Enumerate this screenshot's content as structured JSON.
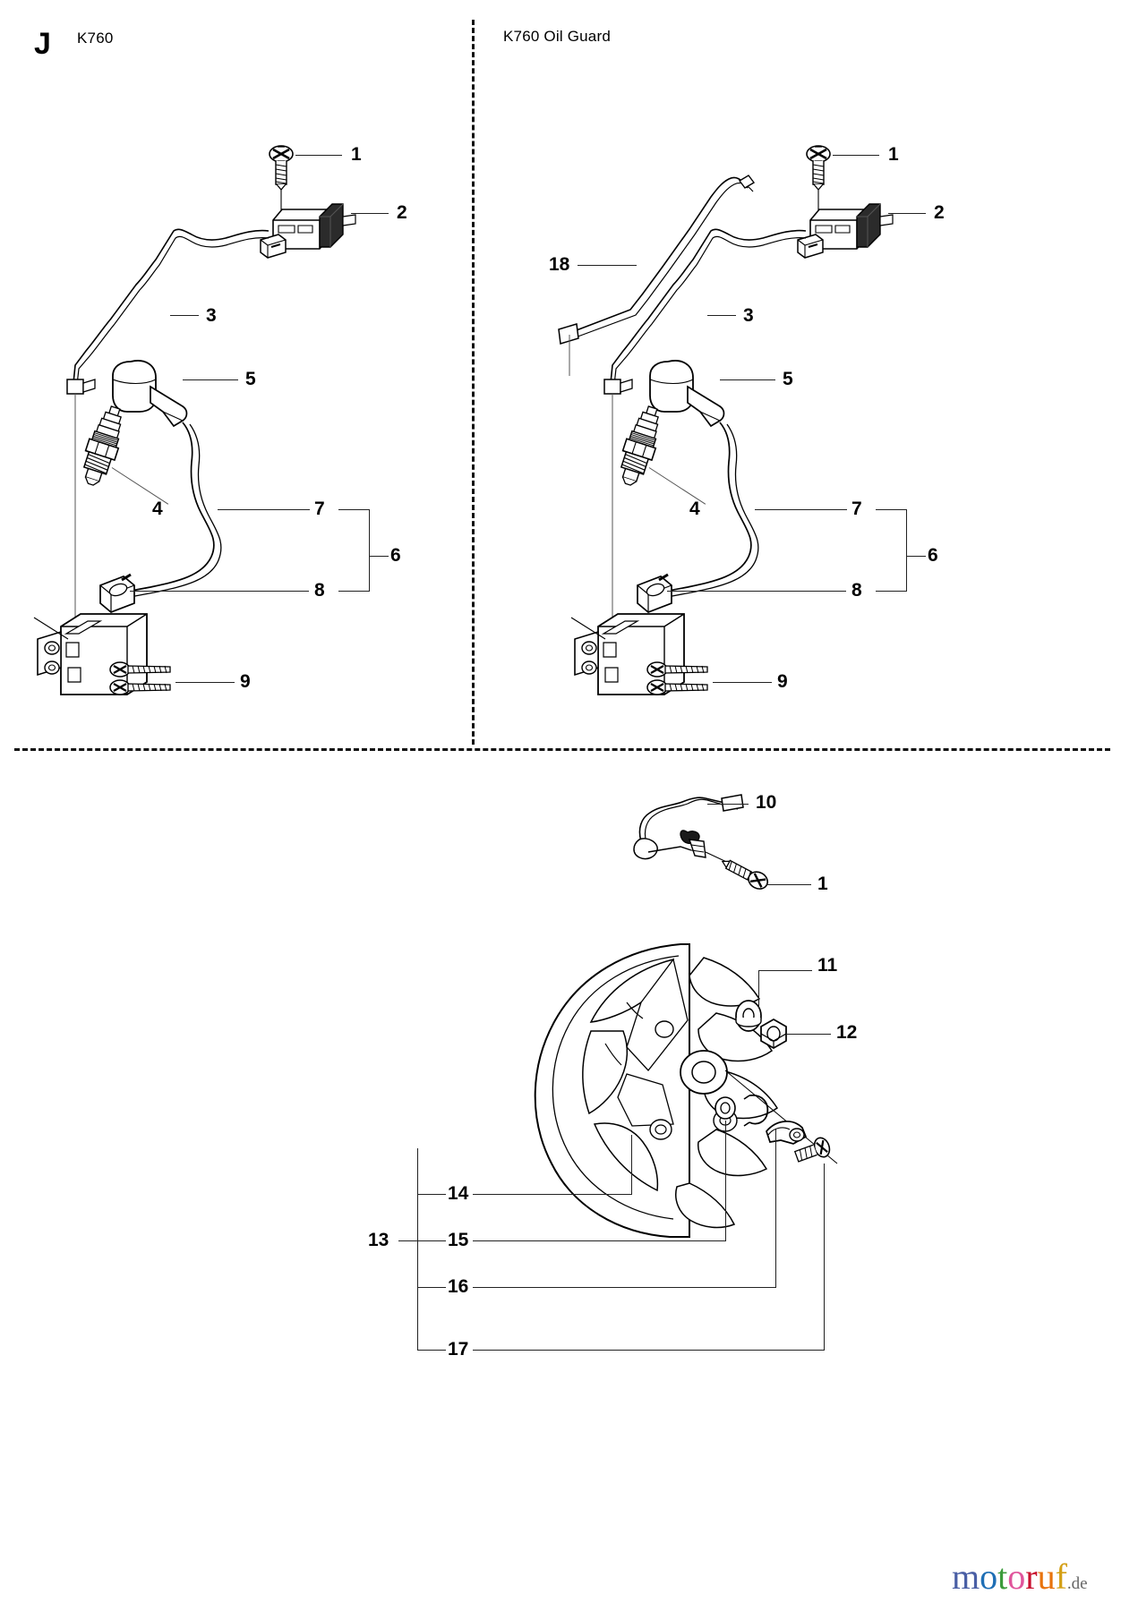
{
  "page": {
    "section_letter": "J",
    "background": "#ffffff",
    "ink": "#000000"
  },
  "variants": [
    {
      "id": "k760",
      "title": "K760"
    },
    {
      "id": "k760-oil-guard",
      "title": "K760 Oil Guard"
    }
  ],
  "callouts": {
    "left_panel": [
      "1",
      "2",
      "3",
      "5",
      "4",
      "7",
      "6",
      "8",
      "9"
    ],
    "right_panel": [
      "1",
      "2",
      "18",
      "3",
      "5",
      "4",
      "7",
      "6",
      "8",
      "9"
    ],
    "bottom_panel": [
      "10",
      "1",
      "11",
      "12",
      "13",
      "14",
      "15",
      "16",
      "17"
    ]
  },
  "items": {
    "left": [
      {
        "num": "1",
        "name": "screw-callout"
      },
      {
        "num": "2",
        "name": "ignition-switch-callout"
      },
      {
        "num": "3",
        "name": "stop-wire-callout"
      },
      {
        "num": "4",
        "name": "spark-plug-callout"
      },
      {
        "num": "5",
        "name": "spark-plug-cap-callout"
      },
      {
        "num": "6",
        "name": "ignition-module-assembly-callout"
      },
      {
        "num": "7",
        "name": "ignition-lead-callout"
      },
      {
        "num": "8",
        "name": "lead-grommet-callout"
      },
      {
        "num": "9",
        "name": "module-screw-callout"
      }
    ],
    "right": [
      {
        "num": "1",
        "name": "screw-callout"
      },
      {
        "num": "2",
        "name": "ignition-switch-callout"
      },
      {
        "num": "18",
        "name": "oil-guard-wire-callout"
      },
      {
        "num": "3",
        "name": "stop-wire-callout"
      },
      {
        "num": "4",
        "name": "spark-plug-callout"
      },
      {
        "num": "5",
        "name": "spark-plug-cap-callout"
      },
      {
        "num": "6",
        "name": "ignition-module-assembly-callout"
      },
      {
        "num": "7",
        "name": "ignition-lead-callout"
      },
      {
        "num": "8",
        "name": "lead-grommet-callout"
      },
      {
        "num": "9",
        "name": "module-screw-callout"
      }
    ],
    "bottom": [
      {
        "num": "10",
        "name": "ground-cable-callout"
      },
      {
        "num": "1",
        "name": "cable-screw-callout"
      },
      {
        "num": "11",
        "name": "washer-callout"
      },
      {
        "num": "12",
        "name": "nut-callout"
      },
      {
        "num": "13",
        "name": "flywheel-assembly-callout"
      },
      {
        "num": "14",
        "name": "flywheel-callout"
      },
      {
        "num": "15",
        "name": "pawl-washer-callout"
      },
      {
        "num": "16",
        "name": "pawl-spring-callout"
      },
      {
        "num": "17",
        "name": "pawl-screw-callout"
      }
    ]
  },
  "watermark": {
    "letters": [
      {
        "ch": "m",
        "color": "#4a5fa5"
      },
      {
        "ch": "o",
        "color": "#1f6fb5"
      },
      {
        "ch": "t",
        "color": "#3c9b3c"
      },
      {
        "ch": "o",
        "color": "#e0559c"
      },
      {
        "ch": "r",
        "color": "#c8102e"
      },
      {
        "ch": "u",
        "color": "#e8730c"
      },
      {
        "ch": "f",
        "color": "#d4a017"
      }
    ],
    "tld": ".de",
    "tld_color": "#666666"
  }
}
